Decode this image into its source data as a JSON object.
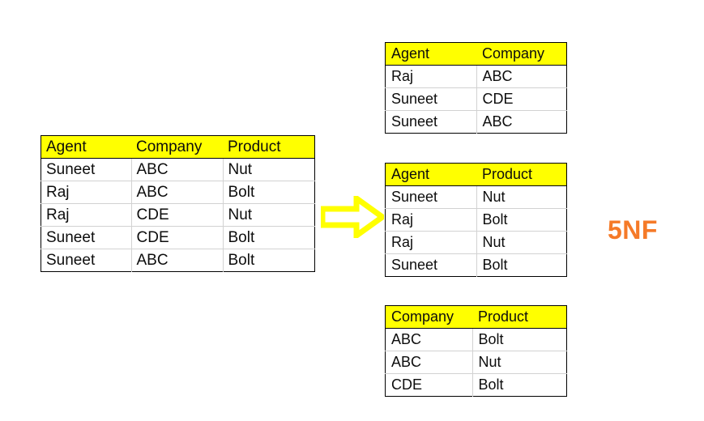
{
  "colors": {
    "header_highlight": "#ffff00",
    "arrow_outline": "#ffff00",
    "arrow_fill": "#ffffff",
    "label_accent": "#f57a28",
    "table_border": "#000000",
    "grid_line": "#d2d2d2",
    "text": "#0d0d0d",
    "background": "#ffffff"
  },
  "source_table": {
    "name": "agent-company-product",
    "columns": [
      "Agent",
      "Company",
      "Product"
    ],
    "rows": [
      [
        "Suneet",
        "ABC",
        "Nut"
      ],
      [
        "Raj",
        "ABC",
        "Bolt"
      ],
      [
        "Raj",
        "CDE",
        "Nut"
      ],
      [
        "Suneet",
        "CDE",
        "Bolt"
      ],
      [
        "Suneet",
        "ABC",
        "Bolt"
      ]
    ]
  },
  "decomposed_tables": [
    {
      "name": "agent-company",
      "columns": [
        "Agent",
        "Company"
      ],
      "rows": [
        [
          "Raj",
          "ABC"
        ],
        [
          "Suneet",
          "CDE"
        ],
        [
          "Suneet",
          "ABC"
        ]
      ]
    },
    {
      "name": "agent-product",
      "columns": [
        "Agent",
        "Product"
      ],
      "rows": [
        [
          "Suneet",
          "Nut"
        ],
        [
          "Raj",
          "Bolt"
        ],
        [
          "Raj",
          "Nut"
        ],
        [
          "Suneet",
          "Bolt"
        ]
      ]
    },
    {
      "name": "company-product",
      "columns": [
        "Company",
        "Product"
      ],
      "rows": [
        [
          "ABC",
          "Bolt"
        ],
        [
          "ABC",
          "Nut"
        ],
        [
          "CDE",
          "Bolt"
        ]
      ]
    }
  ],
  "arrow": {
    "icon": "right-arrow-icon",
    "direction": "right"
  },
  "label": {
    "text": "5NF"
  }
}
